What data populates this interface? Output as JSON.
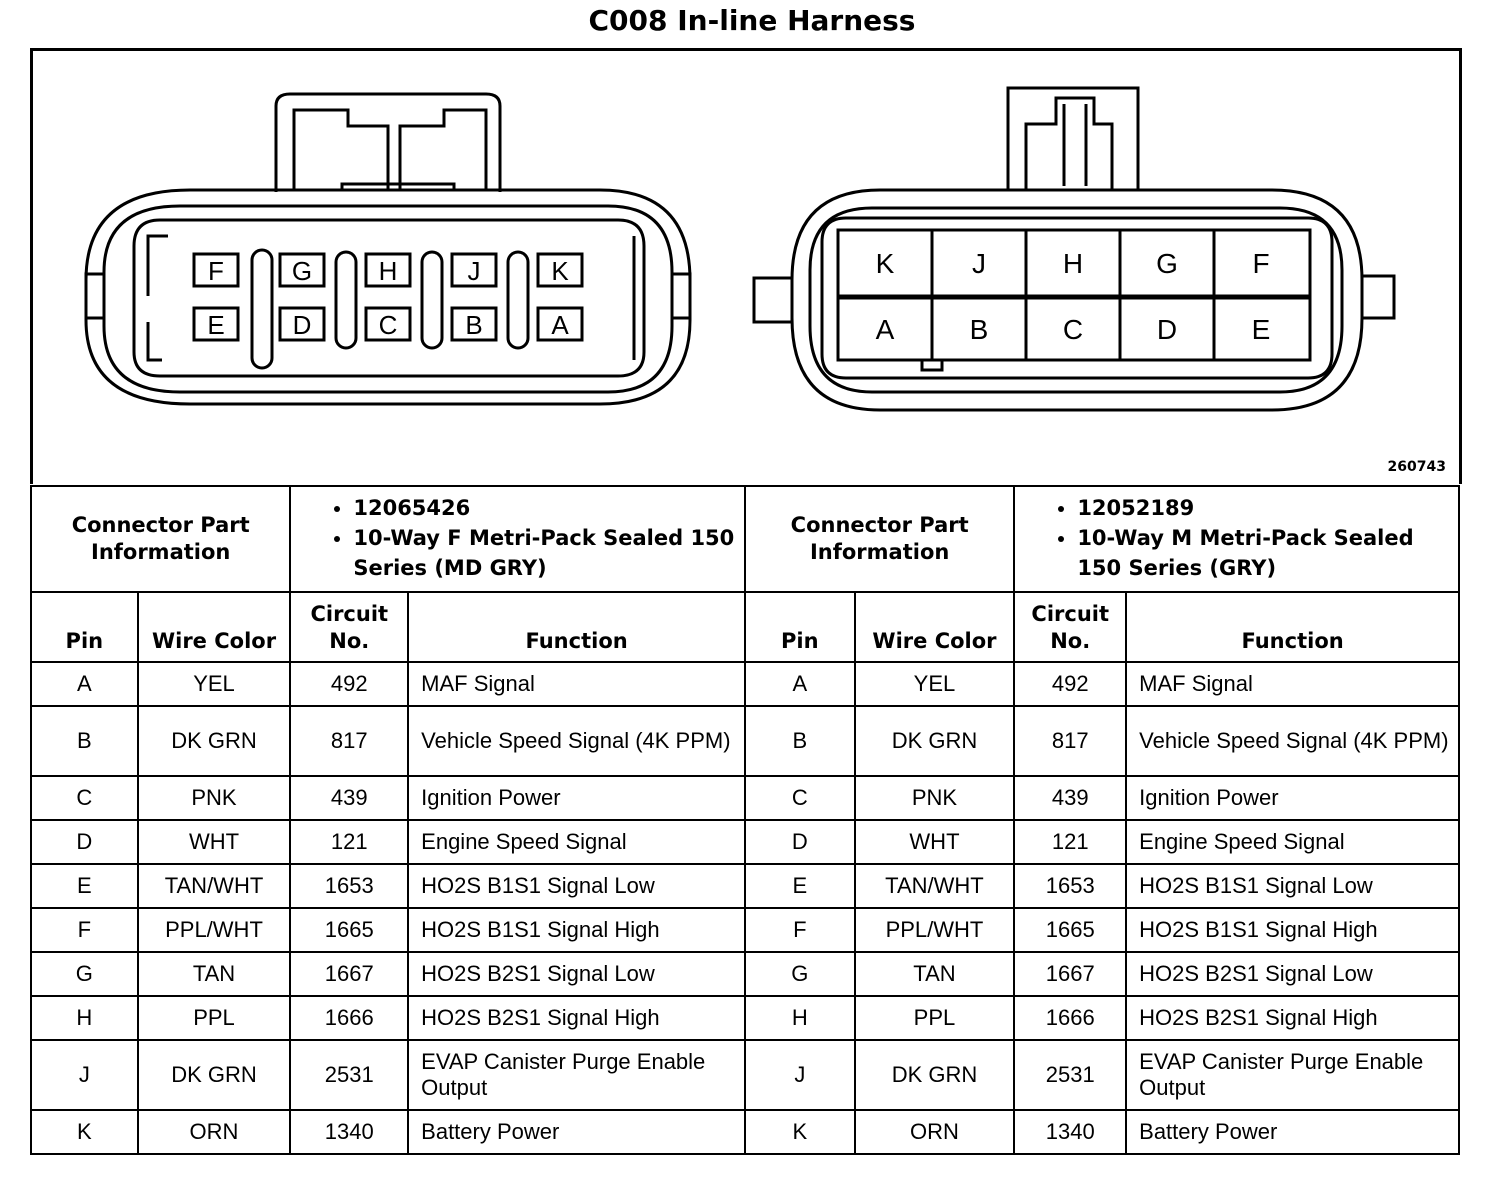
{
  "title": "C008 In-line Harness",
  "figure_id": "260743",
  "connector_female": {
    "pins_top": [
      "F",
      "G",
      "H",
      "J",
      "K"
    ],
    "pins_bottom": [
      "E",
      "D",
      "C",
      "B",
      "A"
    ]
  },
  "connector_male": {
    "pins_top": [
      "K",
      "J",
      "H",
      "G",
      "F"
    ],
    "pins_bottom": [
      "A",
      "B",
      "C",
      "D",
      "E"
    ]
  },
  "left_table": {
    "info_label": "Connector Part Information",
    "info_items": [
      "12065426",
      "10-Way F Metri-Pack Sealed 150 Series (MD GRY)"
    ],
    "headers": {
      "pin": "Pin",
      "wire": "Wire Color",
      "circuit": "Circuit No.",
      "function": "Function"
    }
  },
  "right_table": {
    "info_label": "Connector Part Information",
    "info_items": [
      "12052189",
      "10-Way M Metri-Pack Sealed 150 Series (GRY)"
    ],
    "headers": {
      "pin": "Pin",
      "wire": "Wire Color",
      "circuit": "Circuit No.",
      "function": "Function"
    }
  },
  "rows": [
    {
      "pin": "A",
      "wire": "YEL",
      "circuit": "492",
      "function": "MAF Signal"
    },
    {
      "pin": "B",
      "wire": "DK GRN",
      "circuit": "817",
      "function": "Vehicle Speed Signal (4K PPM)"
    },
    {
      "pin": "C",
      "wire": "PNK",
      "circuit": "439",
      "function": "Ignition Power"
    },
    {
      "pin": "D",
      "wire": "WHT",
      "circuit": "121",
      "function": "Engine Speed Signal"
    },
    {
      "pin": "E",
      "wire": "TAN/WHT",
      "circuit": "1653",
      "function": "HO2S B1S1 Signal Low"
    },
    {
      "pin": "F",
      "wire": "PPL/WHT",
      "circuit": "1665",
      "function": "HO2S B1S1 Signal High"
    },
    {
      "pin": "G",
      "wire": "TAN",
      "circuit": "1667",
      "function": "HO2S B2S1 Signal Low"
    },
    {
      "pin": "H",
      "wire": "PPL",
      "circuit": "1666",
      "function": "HO2S B2S1 Signal High"
    },
    {
      "pin": "J",
      "wire": "DK GRN",
      "circuit": "2531",
      "function": "EVAP Canister Purge Enable Output"
    },
    {
      "pin": "K",
      "wire": "ORN",
      "circuit": "1340",
      "function": "Battery Power"
    }
  ]
}
